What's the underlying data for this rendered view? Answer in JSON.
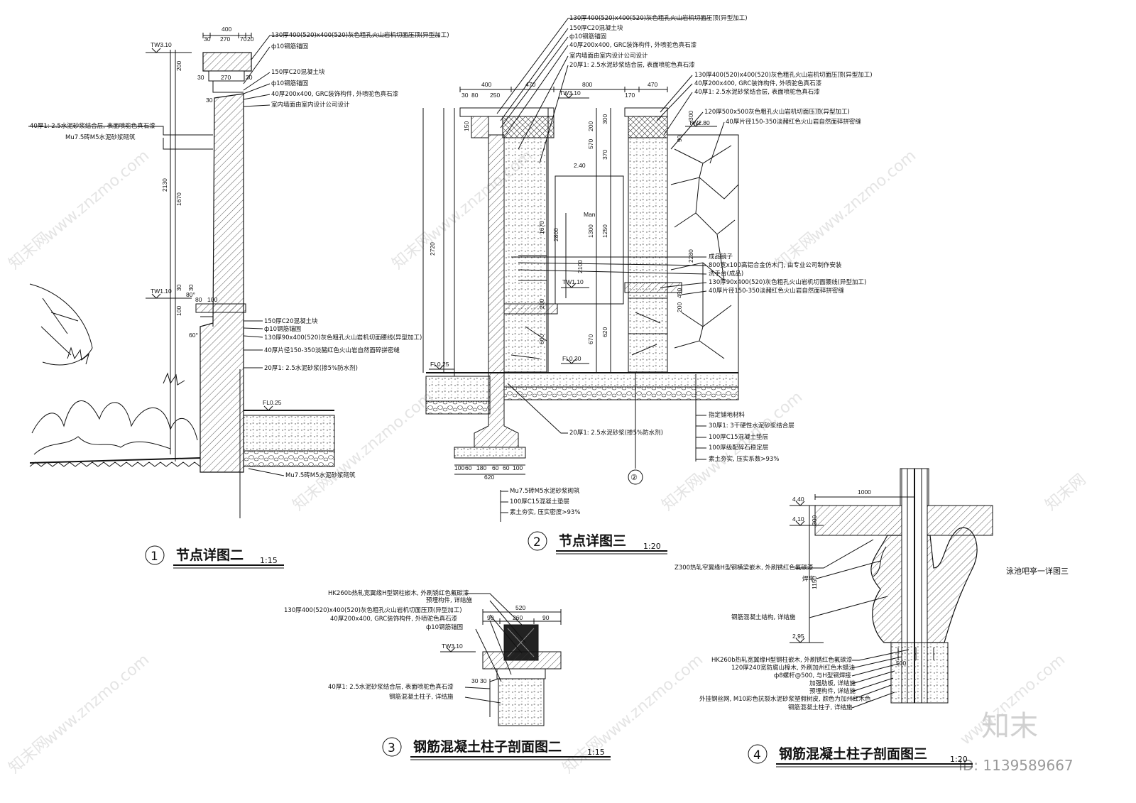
{
  "views": [
    {
      "num": "1",
      "title": "节点详图二",
      "scale": "1:15"
    },
    {
      "num": "2",
      "title": "节点详图三",
      "scale": "1:20"
    },
    {
      "num": "3",
      "title": "钢筋混凝土柱子剖面图二",
      "scale": "1:15"
    },
    {
      "num": "4",
      "title": "钢筋混凝土柱子剖面图三",
      "scale": "1:20"
    }
  ],
  "side_note": "泳池吧亭一详图三",
  "watermark": {
    "logo": "知末",
    "id": "ID: 1139589667",
    "site": "www.znzmo.com",
    "cn": "知末网"
  },
  "d1": {
    "dims_top": [
      "400",
      "30",
      "270",
      "70",
      "20"
    ],
    "dims_mid": [
      "30",
      "270",
      "30",
      "30"
    ],
    "dims_v": [
      "200",
      "2130",
      "1670",
      "30",
      "30",
      "100",
      "80",
      "100"
    ],
    "levels": [
      "TW3.10",
      "TW1.10",
      "FL0.25"
    ],
    "angles": [
      "80°",
      "60°"
    ],
    "notes": [
      "130厚400(520)x400(520)灰色粗孔火山岩机切面压顶(异型加工)",
      "ф10钢筋锚固",
      "150厚C20混凝土块",
      "ф10钢筋锚固",
      "40厚200x400, GRC装饰构件, 外喷驼色真石漆",
      "室内墙面由室内设计公司设计",
      "40厚1: 2.5水泥砂浆结合层, 表面喷驼色真石漆",
      "Mu7.5砖M5水泥砂浆砌筑",
      "150厚C20混凝土块",
      "ф10钢筋锚固",
      "130厚90x400(520)灰色粗孔火山岩机切面腰线(异型加工)",
      "40厚片径150-350淡赭红色火山岩自然面碎拼密缝",
      "20厚1: 2.5水泥砂浆(掺5%防水剂)",
      "Mu7.5砖M5水泥砂浆砌筑"
    ]
  },
  "d2": {
    "dims_top": [
      "400",
      "470",
      "800",
      "170",
      "470",
      "30",
      "80",
      "250"
    ],
    "dims_v": [
      "150",
      "2720",
      "1670",
      "2800",
      "200",
      "600",
      "300",
      "200",
      "570",
      "370",
      "1300",
      "1250",
      "2100",
      "620",
      "670",
      "300",
      "450",
      "2280",
      "90",
      "200"
    ],
    "levels": [
      "TW3.10",
      "TW2.80",
      "TW1.10",
      "FL0.25",
      "FL0.30"
    ],
    "labels": [
      "2.40",
      "Man"
    ],
    "dims_bottom": [
      "100",
      "60",
      "180",
      "60",
      "60",
      "100",
      "620"
    ],
    "axis": "②",
    "notes_top": [
      "130厚400(520)x400(520)灰色粗孔火山岩机切面压顶(异型加工)",
      "150厚C20混凝土块",
      "ф10钢筋锚固",
      "40厚200x400, GRC装饰构件, 外喷驼色真石漆",
      "室内墙面由室内设计公司设计",
      "20厚1: 2.5水泥砂浆结合层, 表面喷驼色真石漆"
    ],
    "notes_right": [
      "130厚400(520)x400(520)灰色粗孔火山岩机切面压顶(异型加工)",
      "40厚200x400, GRC装饰构件, 外喷驼色真石漆",
      "40厚1: 2.5水泥砂浆结合层, 表面喷驼色真石漆",
      "120厚500x500灰色粗孔火山岩机切面压顶(异型加工)",
      "40厚片径150-350淡赭红色火山岩自然面碎拼密缝"
    ],
    "notes_mid": [
      "成品镜子",
      "800宽x100高铝合金仿木门, 由专业公司制作安装",
      "洗手台(成品)",
      "130厚90x400(520)灰色粗孔火山岩机切面腰线(异型加工)",
      "40厚片径150-350淡赭红色火山岩自然面碎拼密缝"
    ],
    "notes_floor": [
      "指定铺地材料",
      "30厚1: 3干硬性水泥砂浆结合层",
      "100厚C15混凝土垫层",
      "100厚级配碎石稳定层",
      "素土夯实, 压实系数>93%"
    ],
    "notes_bottom": [
      "20厚1: 2.5水泥砂浆(掺5%防水剂)",
      "Mu7.5砖M5水泥砂浆砌筑",
      "100厚C15混凝土垫层",
      "素土夯实, 压实密度>93%"
    ]
  },
  "d3": {
    "dims_top": [
      "520",
      "90",
      "260",
      "90"
    ],
    "dims_v": [
      "30",
      "30"
    ],
    "level": "TW3.10",
    "notes": [
      "HK260b热轧宽翼缘H型钢柱嵌木, 外刷锈红色氟碳漆",
      "预埋构件, 详结施",
      "130厚400(520)x400(520)灰色粗孔火山岩机切面压顶(异型加工)",
      "40厚200x400, GRC装饰构件, 外喷驼色真石漆",
      "ф10钢筋锚固",
      "40厚1: 2.5水泥砂浆结合层, 表面喷驼色真石漆",
      "钢筋混凝土柱子, 详结施"
    ]
  },
  "d4": {
    "dims": [
      "1000",
      "300",
      "1150",
      "500"
    ],
    "levels": [
      "4.40",
      "4.10",
      "2.95"
    ],
    "notes": [
      "Z300热轧窄翼缘H型钢横梁嵌木, 外刷锈红色氟碳漆",
      "焊牢",
      "钢筋混凝土结构, 详结施",
      "HK260b热轧宽翼缘H型钢柱嵌木, 外刷锈红色氟碳漆",
      "120厚240宽防腐山樟木, 外刷加州红色木蜡油",
      "ф8螺杆@500, 与H型钢焊接",
      "加强肋板, 详结施",
      "预埋构件, 详结施",
      "外挂钢丝网, M10彩色抗裂水泥砂浆塑假树皮, 颜色为加州红木色",
      "钢筋混凝土柱子, 详结施"
    ]
  }
}
